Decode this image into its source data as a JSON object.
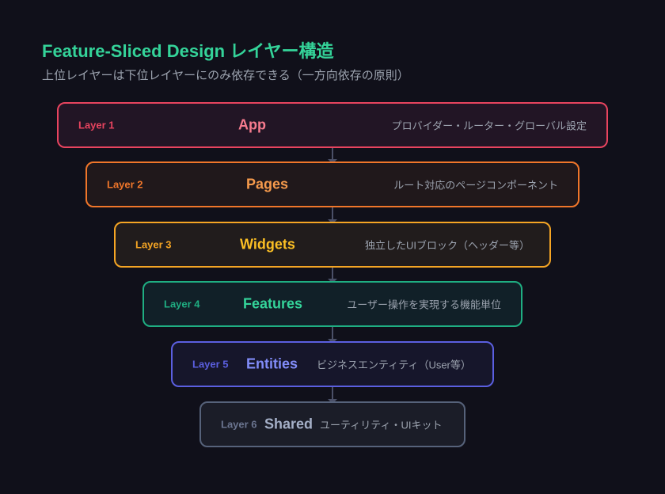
{
  "header": {
    "title": "Feature-Sliced Design レイヤー構造",
    "subtitle": "上位レイヤーは下位レイヤーにのみ依存できる（一方向依存の原則）"
  },
  "layers": [
    {
      "label": "Layer 1",
      "name": "App",
      "description": "プロバイダー・ルーター・グローバル設定",
      "color": "#e8445f",
      "name_color": "#f77b8e"
    },
    {
      "label": "Layer 2",
      "name": "Pages",
      "description": "ルート対応のページコンポーネント",
      "color": "#f0762a",
      "name_color": "#f59a4c"
    },
    {
      "label": "Layer 3",
      "name": "Widgets",
      "description": "独立したUIブロック（ヘッダー等）",
      "color": "#f5a524",
      "name_color": "#fbbf24"
    },
    {
      "label": "Layer 4",
      "name": "Features",
      "description": "ユーザー操作を実現する機能単位",
      "color": "#1fae82",
      "name_color": "#34d399"
    },
    {
      "label": "Layer 5",
      "name": "Entities",
      "description": "ビジネスエンティティ（User等）",
      "color": "#5b5fe0",
      "name_color": "#818cf8"
    },
    {
      "label": "Layer 6",
      "name": "Shared",
      "description": "ユーティリティ・UIキット",
      "color": "#56627a",
      "name_color": "#a5b0c8"
    }
  ]
}
